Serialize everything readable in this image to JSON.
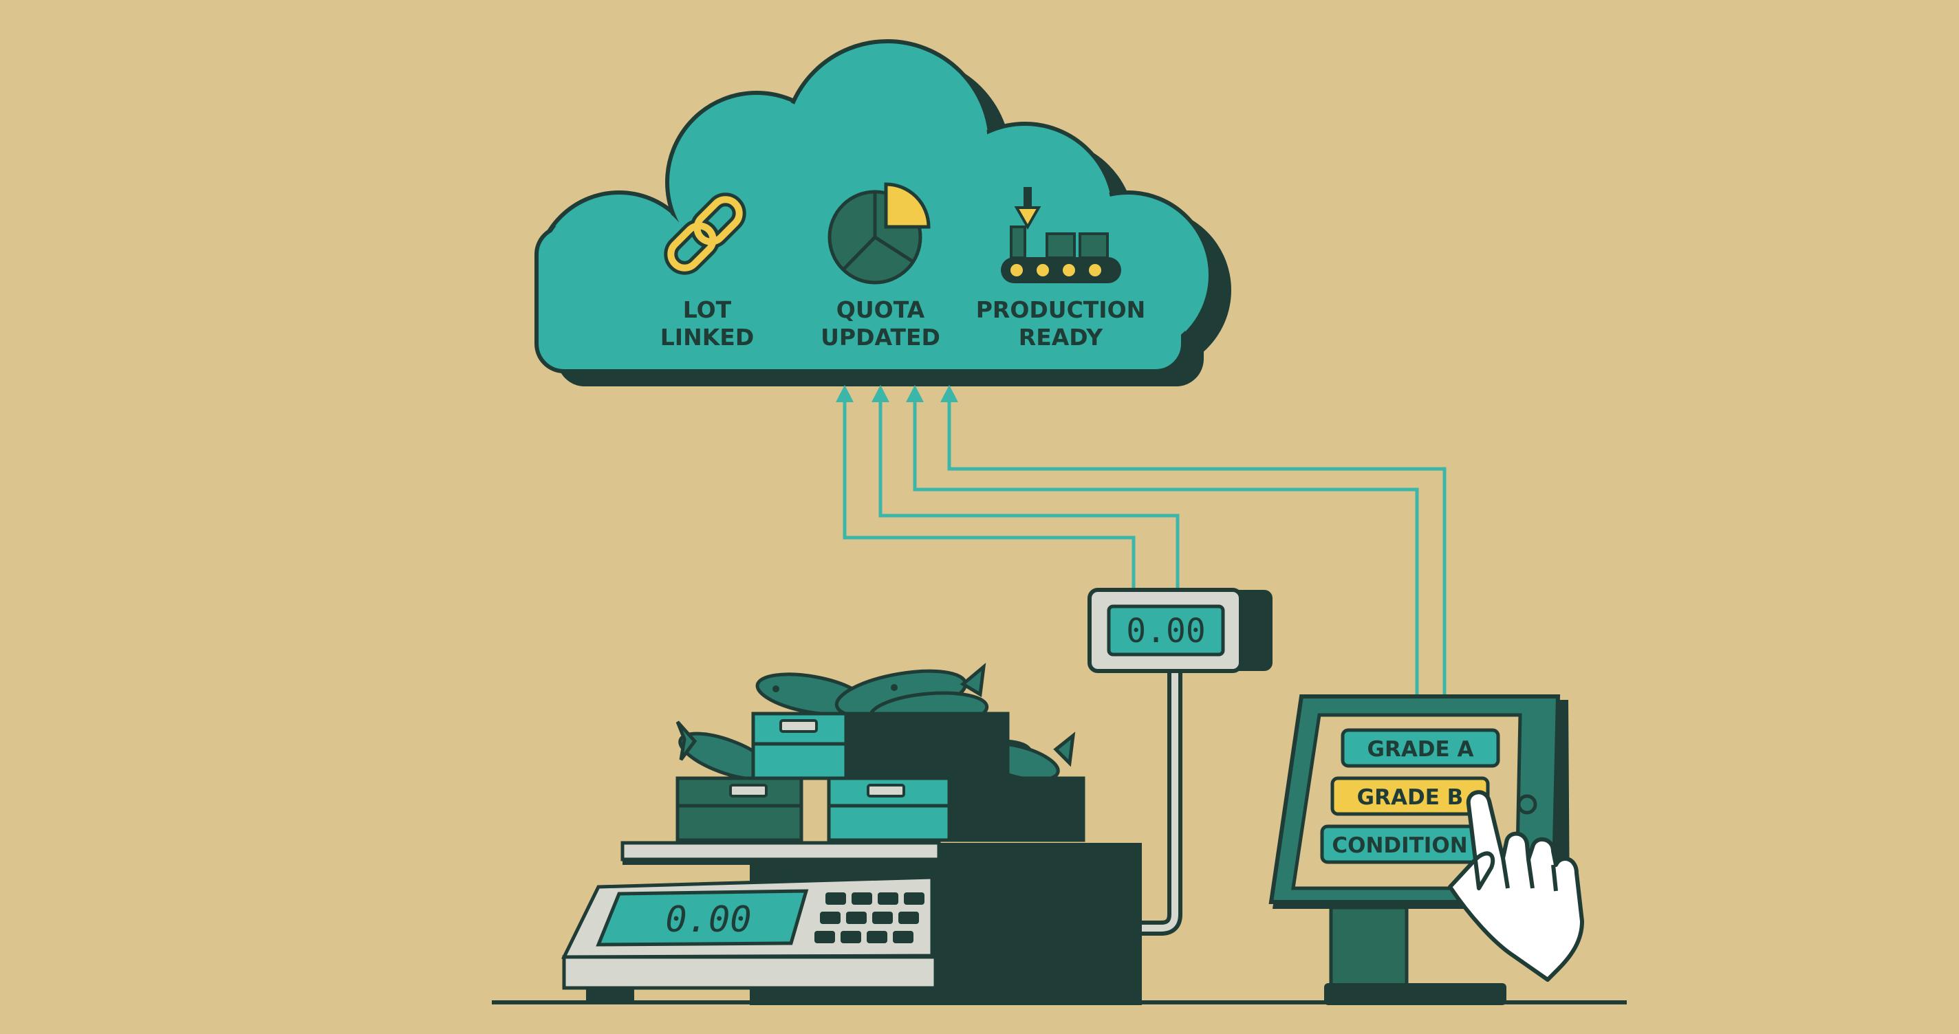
{
  "cloud": {
    "items": [
      {
        "icon": "chain-link-icon",
        "line1": "LOT",
        "line2": "LINKED"
      },
      {
        "icon": "pie-chart-icon",
        "line1": "QUOTA",
        "line2": "UPDATED"
      },
      {
        "icon": "conveyor-belt-icon",
        "line1": "PRODUCTION",
        "line2": "READY"
      }
    ]
  },
  "scale": {
    "indicator_reading": "0.00",
    "base_reading": "0.00",
    "load": "fish-in-crates-icon"
  },
  "terminal": {
    "buttons": [
      {
        "label": "GRADE A",
        "selected": false
      },
      {
        "label": "GRADE B",
        "selected": true
      },
      {
        "label": "CONDITION",
        "selected": false
      }
    ],
    "pointer": "hand-pointer-icon"
  },
  "colors": {
    "background": "#dcc48e",
    "teal": "#35b0a4",
    "dark": "#1f3d36",
    "accent_yellow": "#f2cb4b",
    "light_grey": "#d6d7cf",
    "connector": "#3cb6a9"
  }
}
